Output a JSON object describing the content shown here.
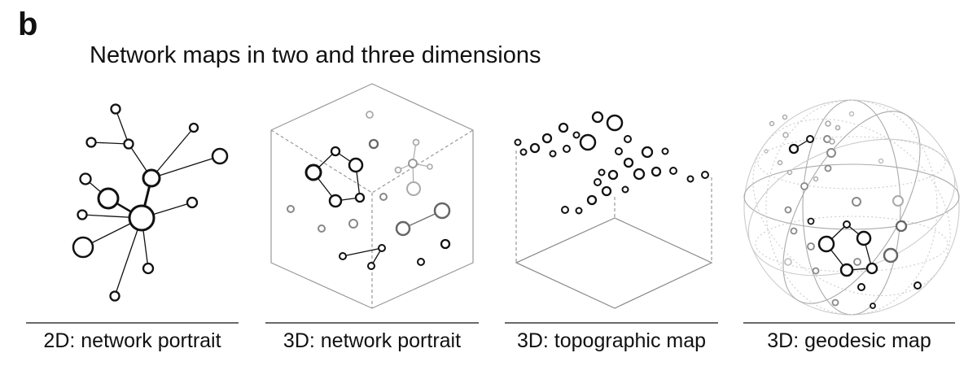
{
  "figure": {
    "panel_letter": "b",
    "title": "Network maps in two and three dimensions"
  },
  "panels": [
    {
      "caption": "2D: network portrait"
    },
    {
      "caption": "3D: network portrait"
    },
    {
      "caption": "3D: topographic map"
    },
    {
      "caption": "3D: geodesic map"
    }
  ],
  "colors": {
    "dark": "#111111",
    "mid": "#666666",
    "light": "#aaaaaa",
    "frame": "#999999"
  }
}
